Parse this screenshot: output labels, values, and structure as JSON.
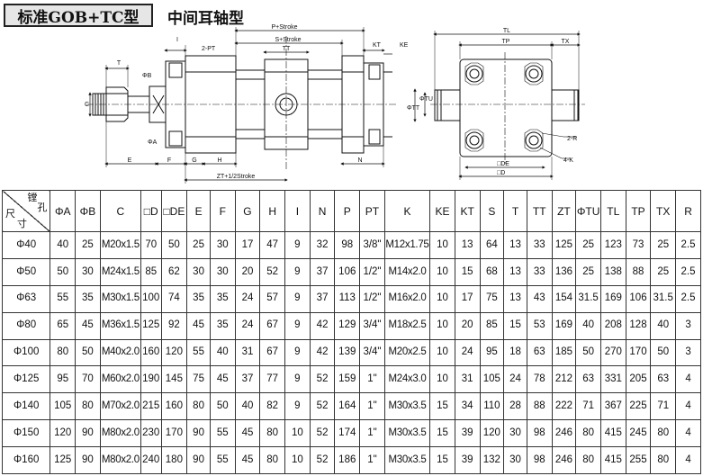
{
  "header": {
    "title": "标准GOB+TC型",
    "subtitle": "中间耳轴型"
  },
  "drawing_labels": {
    "p_stroke": "P+Stroke",
    "s_stroke": "S+Stroke",
    "zt_stroke": "ZT+1/2Stroke",
    "i": "I",
    "two_pt": "2-PT",
    "t": "T",
    "c": "C",
    "phi_b": "ΦB",
    "phi_a": "ΦA",
    "e": "E",
    "f": "F",
    "g": "G",
    "h": "H",
    "tt": "TT",
    "kt": "KT",
    "ke": "KE",
    "n": "N",
    "tl": "TL",
    "tp": "TP",
    "tx": "TX",
    "phi_tt": "ΦTT",
    "phi_tu": "ΦTU",
    "de": "□DE",
    "d": "□D",
    "four_k": "4-K",
    "two_r": "2-R"
  },
  "table": {
    "corner": {
      "a": "镗",
      "b": "孔",
      "c": "尺",
      "d": "寸"
    },
    "columns": [
      "ΦA",
      "ΦB",
      "C",
      "□D",
      "□DE",
      "E",
      "F",
      "G",
      "H",
      "I",
      "N",
      "P",
      "PT",
      "K",
      "KE",
      "KT",
      "S",
      "T",
      "TT",
      "ZT",
      "ΦTU",
      "TL",
      "TP",
      "TX",
      "R"
    ],
    "rows": [
      [
        "Φ40",
        "40",
        "25",
        "M20x1.5",
        "70",
        "50",
        "25",
        "30",
        "17",
        "47",
        "9",
        "32",
        "98",
        "3/8\"",
        "M12x1.75",
        "10",
        "13",
        "64",
        "13",
        "33",
        "125",
        "25",
        "123",
        "73",
        "25",
        "2.5"
      ],
      [
        "Φ50",
        "50",
        "30",
        "M24x1.5",
        "85",
        "62",
        "30",
        "30",
        "20",
        "52",
        "9",
        "37",
        "106",
        "1/2\"",
        "M14x2.0",
        "10",
        "15",
        "68",
        "13",
        "33",
        "136",
        "25",
        "138",
        "88",
        "25",
        "2.5"
      ],
      [
        "Φ63",
        "55",
        "35",
        "M30x1.5",
        "100",
        "74",
        "35",
        "35",
        "24",
        "57",
        "9",
        "37",
        "113",
        "1/2\"",
        "M16x2.0",
        "10",
        "17",
        "75",
        "13",
        "43",
        "154",
        "31.5",
        "169",
        "106",
        "31.5",
        "2.5"
      ],
      [
        "Φ80",
        "65",
        "45",
        "M36x1.5",
        "125",
        "92",
        "45",
        "35",
        "24",
        "67",
        "9",
        "42",
        "129",
        "3/4\"",
        "M18x2.5",
        "10",
        "20",
        "85",
        "15",
        "53",
        "169",
        "40",
        "208",
        "128",
        "40",
        "3"
      ],
      [
        "Φ100",
        "80",
        "50",
        "M40x2.0",
        "160",
        "120",
        "55",
        "40",
        "31",
        "67",
        "9",
        "42",
        "139",
        "3/4\"",
        "M20x2.5",
        "10",
        "24",
        "95",
        "18",
        "63",
        "185",
        "50",
        "270",
        "170",
        "50",
        "3"
      ],
      [
        "Φ125",
        "95",
        "70",
        "M60x2.0",
        "190",
        "145",
        "75",
        "45",
        "37",
        "77",
        "9",
        "52",
        "159",
        "1\"",
        "M24x3.0",
        "10",
        "31",
        "105",
        "24",
        "78",
        "212",
        "63",
        "331",
        "205",
        "63",
        "4"
      ],
      [
        "Φ140",
        "105",
        "80",
        "M70x2.0",
        "215",
        "160",
        "80",
        "50",
        "40",
        "82",
        "9",
        "52",
        "164",
        "1\"",
        "M30x3.5",
        "15",
        "34",
        "110",
        "28",
        "88",
        "222",
        "71",
        "367",
        "225",
        "71",
        "4"
      ],
      [
        "Φ150",
        "120",
        "90",
        "M80x2.0",
        "230",
        "170",
        "90",
        "55",
        "45",
        "80",
        "10",
        "52",
        "174",
        "1\"",
        "M30x3.5",
        "15",
        "39",
        "120",
        "30",
        "98",
        "246",
        "80",
        "415",
        "245",
        "80",
        "4"
      ],
      [
        "Φ160",
        "125",
        "90",
        "M80x2.0",
        "240",
        "180",
        "90",
        "55",
        "45",
        "80",
        "10",
        "52",
        "186",
        "1\"",
        "M30x3.5",
        "15",
        "39",
        "132",
        "30",
        "98",
        "246",
        "80",
        "415",
        "255",
        "80",
        "4"
      ]
    ]
  }
}
